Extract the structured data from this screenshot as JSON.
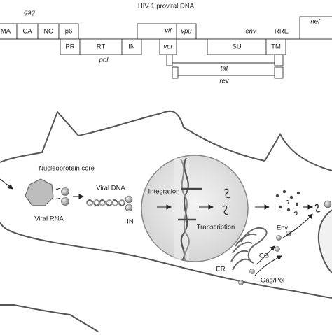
{
  "genome": {
    "title": "HIV-1 proviral DNA",
    "gag_label": "gag",
    "pol_label": "pol",
    "env_label": "env",
    "nef_label": "nef",
    "vif_label": "vif",
    "vpu_label": "vpu",
    "vpr_label": "vpr",
    "tat_label": "tat",
    "rev_label": "rev",
    "rre_label": "RRE",
    "boxes": {
      "ma": "MA",
      "ca": "CA",
      "nc": "NC",
      "p6": "p6",
      "pr": "PR",
      "rt": "RT",
      "in": "IN",
      "su": "SU",
      "tm": "TM"
    }
  },
  "lifecycle": {
    "nucleoprotein_core": "Nucleoprotein core",
    "viral_dna": "Viral DNA",
    "viral_rna": "Viral RNA",
    "in_label": "IN",
    "integration": "Integration",
    "transcription": "Transcription",
    "env": "Env",
    "cg": "CG",
    "er": "ER",
    "gag_pol": "Gag/Pol"
  }
}
